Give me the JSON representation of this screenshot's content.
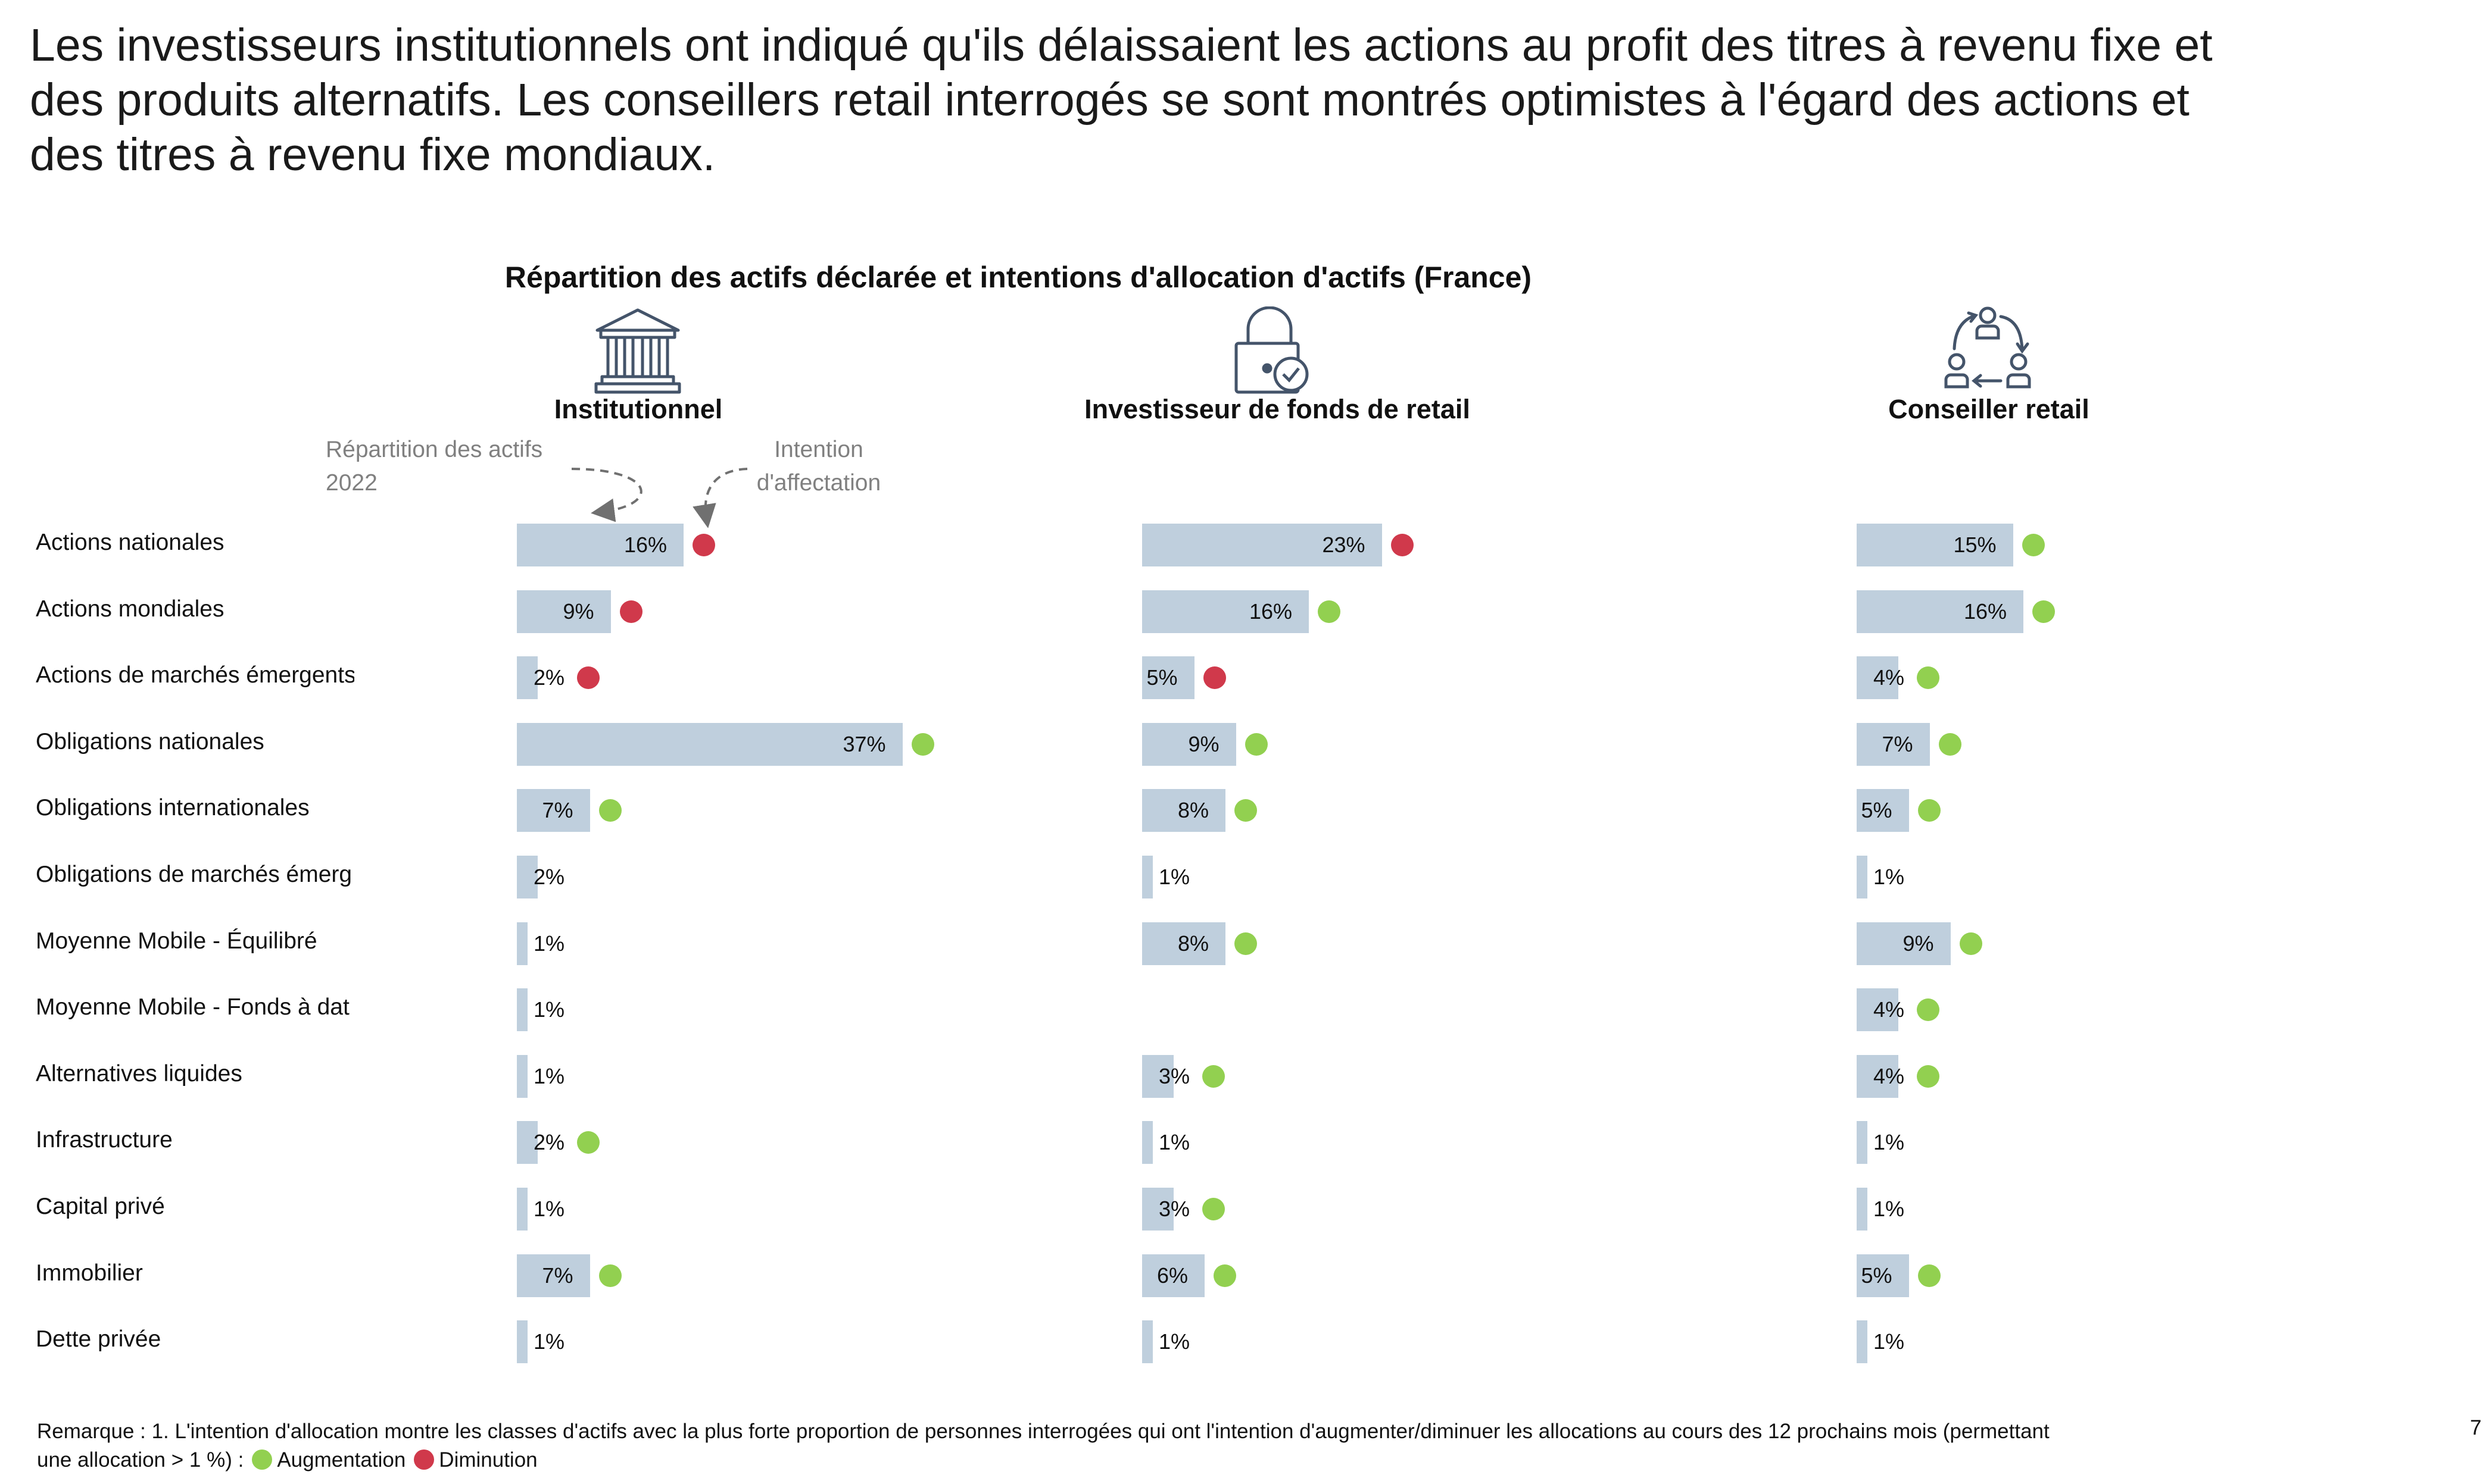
{
  "headline": "Les investisseurs institutionnels ont indiqué qu'ils délaissaient les actions au profit des titres à revenu fixe et des produits alternatifs. Les conseillers retail interrogés se sont montrés optimistes à l'égard des actions et des titres à revenu fixe mondiaux.",
  "colors": {
    "bar": "#bfcfdd",
    "increase": "#92d050",
    "decrease": "#d0394b",
    "icon": "#44546a"
  },
  "annotations": {
    "allocation": "Répartition des actifs 2022",
    "intention": "Intention d'affectation"
  },
  "footnote": {
    "text": "Remarque : 1. L'intention d'allocation montre les classes d'actifs avec la plus forte proportion de personnes interrogées qui ont l'intention d'augmenter/diminuer les allocations au cours des 12 prochains mois (permettant une allocation > 1 %) :",
    "increase": "Augmentation",
    "decrease": "Diminution"
  },
  "page_number": "7",
  "chart_data": {
    "type": "bar",
    "orientation": "horizontal",
    "title": "Répartition des actifs déclarée et intentions d'allocation d'actifs (France)",
    "unit": "%",
    "categories": [
      "Actions nationales",
      "Actions mondiales",
      "Actions de marchés émergents",
      "Obligations nationales",
      "Obligations internationales",
      "Obligations de marchés émergents",
      "Moyenne Mobile - Équilibré",
      "Moyenne Mobile - Fonds à date",
      "Alternatives liquides",
      "Infrastructure",
      "Capital privé",
      "Immobilier",
      "Dette privée"
    ],
    "category_labels": [
      "Actions nationales",
      "Actions mondiales",
      "Actions de marchés émergents",
      "Obligations nationales",
      "Obligations internationales",
      "Obligations de marchés émerg",
      "Moyenne Mobile - Équilibré",
      "Moyenne Mobile - Fonds à dat",
      "Alternatives liquides",
      "Infrastructure",
      "Capital privé",
      "Immobilier",
      "Dette privée"
    ],
    "series": [
      {
        "name": "Institutionnel",
        "icon": "bank-building-icon",
        "values": [
          16,
          9,
          2,
          37,
          7,
          2,
          1,
          1,
          1,
          2,
          1,
          7,
          1
        ],
        "labels": [
          "16%",
          "9%",
          "2%",
          "37%",
          "7%",
          "2%",
          "1%",
          "1%",
          "1%",
          "2%",
          "1%",
          "7%",
          "1%"
        ],
        "intention": [
          "decrease",
          "decrease",
          "decrease",
          "increase",
          "increase",
          null,
          null,
          null,
          null,
          "increase",
          null,
          "increase",
          null
        ]
      },
      {
        "name": "Investisseur de fonds de retail",
        "icon": "padlock-check-icon",
        "values": [
          23,
          16,
          5,
          9,
          8,
          1,
          8,
          null,
          3,
          1,
          3,
          6,
          1
        ],
        "labels": [
          "23%",
          "16%",
          "5%",
          "9%",
          "8%",
          "1%",
          "8%",
          null,
          "3%",
          "1%",
          "3%",
          "6%",
          "1%"
        ],
        "intention": [
          "decrease",
          "increase",
          "decrease",
          "increase",
          "increase",
          null,
          "increase",
          null,
          "increase",
          null,
          "increase",
          "increase",
          null
        ]
      },
      {
        "name": "Conseiller retail",
        "icon": "advisor-cycle-icon",
        "values": [
          15,
          16,
          4,
          7,
          5,
          1,
          9,
          4,
          4,
          1,
          1,
          5,
          1
        ],
        "labels": [
          "15%",
          "16%",
          "4%",
          "7%",
          "5%",
          "1%",
          "9%",
          "4%",
          "4%",
          "1%",
          "1%",
          "5%",
          "1%"
        ],
        "intention": [
          "increase",
          "increase",
          "increase",
          "increase",
          "increase",
          null,
          "increase",
          "increase",
          "increase",
          null,
          null,
          "increase",
          null
        ]
      }
    ]
  }
}
